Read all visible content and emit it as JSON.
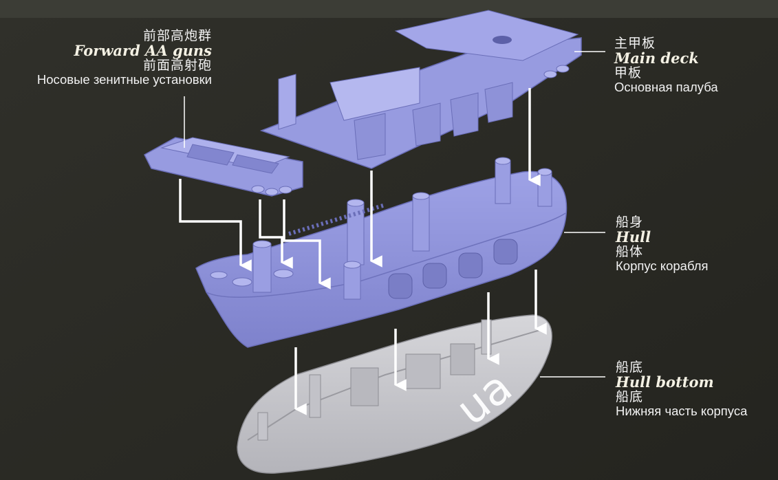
{
  "labels": {
    "forward_aa": {
      "cn_title": "前部高炮群",
      "en": "Forward AA guns",
      "cn_sub": "前面高射砲",
      "ru": "Носовые зенитные установки"
    },
    "main_deck": {
      "cn_title": "主甲板",
      "en": "Main deck",
      "cn_sub": "甲板",
      "ru": "Основная палуба"
    },
    "hull": {
      "cn_title": "船身",
      "en": "Hull",
      "cn_sub": "船体",
      "ru": "Корпус корабля"
    },
    "hull_bottom": {
      "cn_title": "船底",
      "en": "Hull bottom",
      "cn_sub": "船底",
      "ru": "Нижняя часть корпуса"
    }
  },
  "watermark": "ua",
  "colors": {
    "background": "#2c2c26",
    "parts": "#8c90d6",
    "bottom_part": "#c9c9ce",
    "arrows": "#ffffff"
  }
}
